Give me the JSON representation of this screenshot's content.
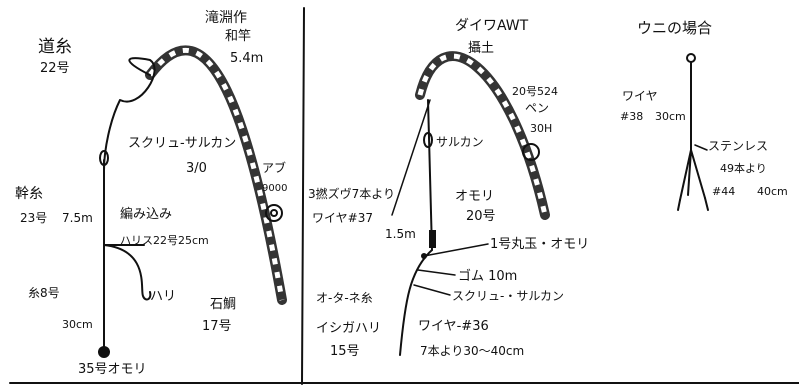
{
  "panel_left": {
    "title_lines": [
      "道糸",
      "22号"
    ],
    "rod_lines": [
      "滝淵作",
      "和竿",
      "5.4m"
    ],
    "swivel_label_1": "スクリュ-サルカン",
    "swivel_label_2": "3/0",
    "reel_label_1": "アブ",
    "reel_label_2": "9000",
    "mainline_label_1": "幹糸",
    "mainline_label_2": "23号",
    "mainline_len": "7.5m",
    "knit_label": "編み込み",
    "harisu_label": "ハリス22号25cm",
    "hook_label": "ハリ",
    "hook_type_1": "石鯛",
    "hook_type_2": "17号",
    "line8_label": "糸8号",
    "len30_label": "30cm",
    "sinker_label": "35号オモリ"
  },
  "panel_middle": {
    "rod_lines": [
      "ダイワAWT",
      "攝土",
      "20号524"
    ],
    "pen_lines": [
      "ペン",
      "30H"
    ],
    "swivel_label": "サルカン",
    "wire_label_1": "3撚ズヴ7本より",
    "wire_label_2": "ワイヤ#37",
    "wire_len": "1.5m",
    "sinker_lines": [
      "オモリ",
      "20号"
    ],
    "ball_label": "1号丸玉・オモリ",
    "rubber_label": "ゴム 10m",
    "swivel2_label": "スクリュ-・サルカン",
    "ota_label": "オ-タ-ネ糸",
    "hook_lines": [
      "イシガハリ",
      "15号"
    ],
    "wire2_lines": [
      "ワイヤ-#36",
      "7本より30〜40cm"
    ]
  },
  "panel_right": {
    "title": "ウニの場合",
    "wire_label_1": "ワイヤ",
    "wire_label_2": "#38",
    "wire_len": "30cm",
    "stainless_1": "ステンレス",
    "stainless_2": "49本より",
    "lower_1": "#44",
    "lower_2": "40cm"
  }
}
